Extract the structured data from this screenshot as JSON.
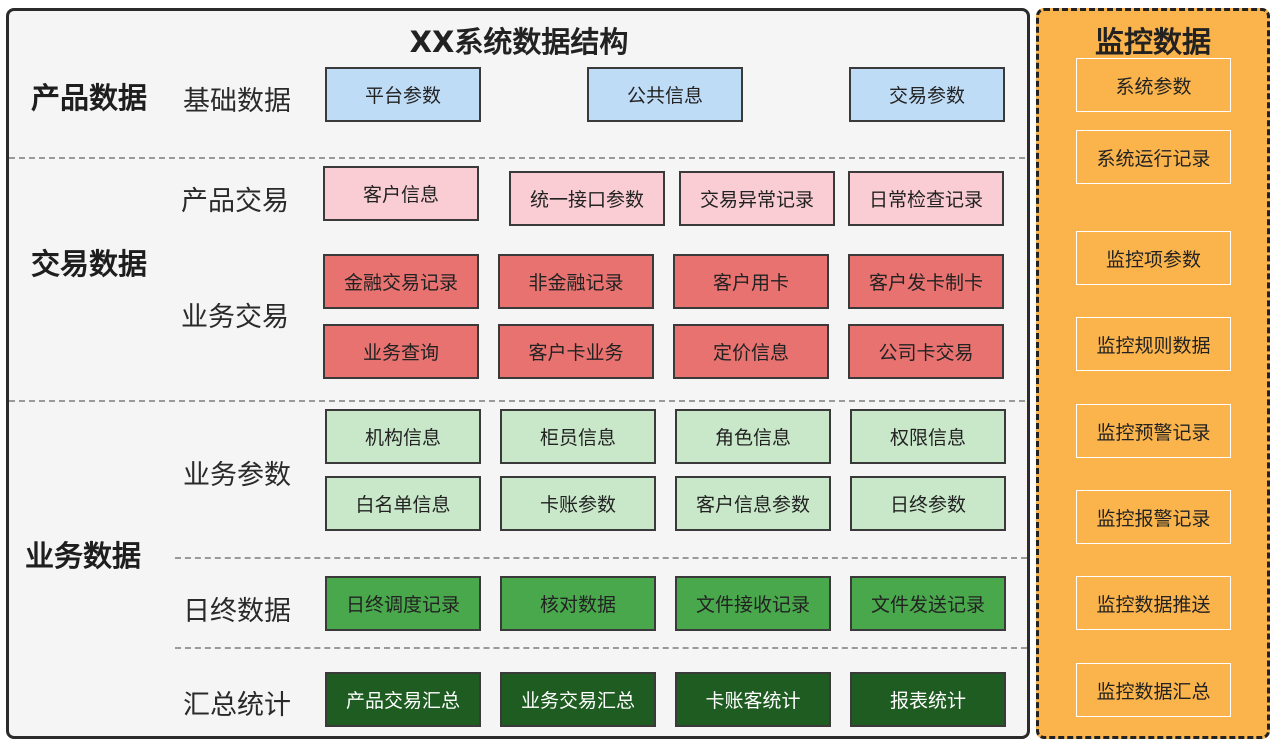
{
  "main": {
    "title": "XX系统数据结构",
    "product": {
      "label": "产品数据",
      "basic": {
        "label": "基础数据",
        "items": [
          "平台参数",
          "公共信息",
          "交易参数"
        ]
      }
    },
    "transaction": {
      "label": "交易数据",
      "product_trade": {
        "label": "产品交易",
        "items": [
          "客户信息",
          "统一接口参数",
          "交易异常记录",
          "日常检查记录"
        ]
      },
      "business_trade": {
        "label": "业务交易",
        "rows": [
          [
            "金融交易记录",
            "非金融记录",
            "客户用卡",
            "客户发卡制卡"
          ],
          [
            "业务查询",
            "客户卡业务",
            "定价信息",
            "公司卡交易"
          ]
        ]
      }
    },
    "business": {
      "label": "业务数据",
      "params": {
        "label": "业务参数",
        "rows": [
          [
            "机构信息",
            "柜员信息",
            "角色信息",
            "权限信息"
          ],
          [
            "白名单信息",
            "卡账参数",
            "客户信息参数",
            "日终参数"
          ]
        ]
      },
      "eod": {
        "label": "日终数据",
        "items": [
          "日终调度记录",
          "核对数据",
          "文件接收记录",
          "文件发送记录"
        ]
      },
      "summary": {
        "label": "汇总统计",
        "items": [
          "产品交易汇总",
          "业务交易汇总",
          "卡账客统计",
          "报表统计"
        ]
      }
    }
  },
  "monitor": {
    "title": "监控数据",
    "items": [
      "系统参数",
      "系统运行记录",
      "监控项参数",
      "监控规则数据",
      "监控预警记录",
      "监控报警记录",
      "监控数据推送",
      "监控数据汇总"
    ]
  },
  "colors": {
    "blue": "#bfdcf7",
    "pink": "#f9cdd3",
    "red": "#e77270",
    "light_green": "#c9e8ca",
    "green": "#49a84c",
    "dark_green": "#1e5c22",
    "monitor_orange": "#fbb44c"
  }
}
